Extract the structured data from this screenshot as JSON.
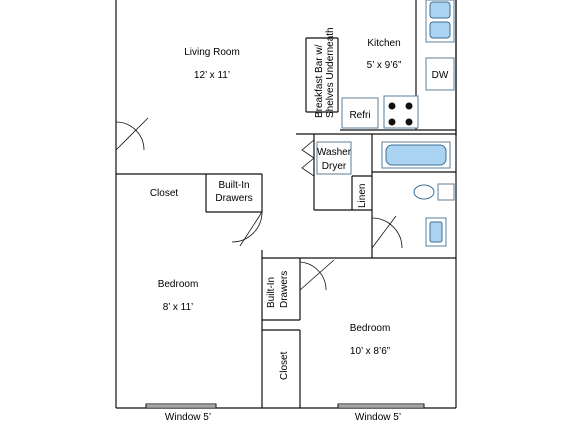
{
  "rooms": {
    "living_room": {
      "name": "Living Room",
      "size": "12’ x 11’"
    },
    "kitchen": {
      "name": "Kitchen",
      "size": "5’ x 9’6”"
    },
    "bedroom_left": {
      "name": "Bedroom",
      "size": "8’ x 11’"
    },
    "bedroom_right": {
      "name": "Bedroom",
      "size": "10’ x 8’6”"
    }
  },
  "labels": {
    "breakfast_bar": "Breakfast Bar w/",
    "breakfast_bar_2": "Shelves Underneath",
    "dw": "DW",
    "refri": "Refri",
    "washer": "Washer",
    "dryer": "Dryer",
    "linen": "Linen",
    "closet_left": "Closet",
    "built_in_left_1": "Built-In",
    "built_in_left_2": "Drawers",
    "built_in_right_1": "Built-In",
    "built_in_right_2": "Drawers",
    "closet_right": "Closet",
    "window_left": "Window 5’",
    "window_right": "Window 5’"
  },
  "colors": {
    "fixture_fill": "#a9d3f1",
    "fixture_stroke": "#3a6f95",
    "wall": "#111111"
  }
}
